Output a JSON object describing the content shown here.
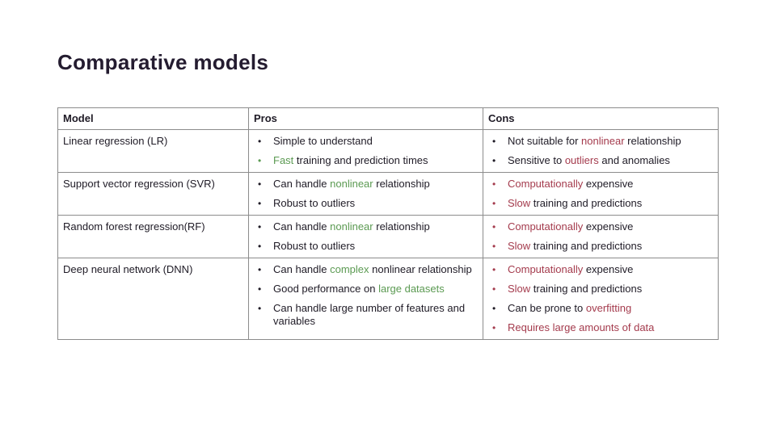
{
  "title": "Comparative models",
  "colors": {
    "ink": "#1f1b26",
    "title_ink": "#241c30",
    "green": "#5b9a52",
    "red": "#a43b4d",
    "border": "#8c8c8c",
    "background": "#ffffff"
  },
  "table": {
    "headers": [
      "Model",
      "Pros",
      "Cons"
    ],
    "bullet_glyph": "•",
    "rows": [
      {
        "model": "Linear regression (LR)",
        "pros": [
          {
            "m": "default",
            "parts": [
              {
                "t": "Simple to understand",
                "c": "default"
              }
            ]
          },
          {
            "m": "green",
            "parts": [
              {
                "t": "Fast",
                "c": "green"
              },
              {
                "t": " training and prediction times",
                "c": "default"
              }
            ]
          }
        ],
        "cons": [
          {
            "m": "default",
            "parts": [
              {
                "t": "Not suitable for ",
                "c": "default"
              },
              {
                "t": "nonlinear",
                "c": "red"
              },
              {
                "t": " relationship",
                "c": "default"
              }
            ]
          },
          {
            "m": "default",
            "parts": [
              {
                "t": "Sensitive to ",
                "c": "default"
              },
              {
                "t": "outliers",
                "c": "red"
              },
              {
                "t": " and anomalies",
                "c": "default"
              }
            ]
          }
        ]
      },
      {
        "model": "Support vector regression (SVR)",
        "pros": [
          {
            "m": "default",
            "parts": [
              {
                "t": "Can handle ",
                "c": "default"
              },
              {
                "t": "nonlinear",
                "c": "green"
              },
              {
                "t": " relationship",
                "c": "default"
              }
            ]
          },
          {
            "m": "default",
            "parts": [
              {
                "t": "Robust to outliers",
                "c": "default"
              }
            ]
          }
        ],
        "cons": [
          {
            "m": "red",
            "parts": [
              {
                "t": "Computationally",
                "c": "red"
              },
              {
                "t": " expensive",
                "c": "default"
              }
            ]
          },
          {
            "m": "red",
            "parts": [
              {
                "t": "Slow",
                "c": "red"
              },
              {
                "t": " training and predictions",
                "c": "default"
              }
            ]
          }
        ]
      },
      {
        "model": "Random forest regression(RF)",
        "pros": [
          {
            "m": "default",
            "parts": [
              {
                "t": "Can handle ",
                "c": "default"
              },
              {
                "t": "nonlinear",
                "c": "green"
              },
              {
                "t": " relationship",
                "c": "default"
              }
            ]
          },
          {
            "m": "default",
            "parts": [
              {
                "t": "Robust to outliers",
                "c": "default"
              }
            ]
          }
        ],
        "cons": [
          {
            "m": "red",
            "parts": [
              {
                "t": "Computationally",
                "c": "red"
              },
              {
                "t": " expensive",
                "c": "default"
              }
            ]
          },
          {
            "m": "red",
            "parts": [
              {
                "t": "Slow",
                "c": "red"
              },
              {
                "t": " training and predictions",
                "c": "default"
              }
            ]
          }
        ]
      },
      {
        "model": "Deep neural network (DNN)",
        "pros": [
          {
            "m": "default",
            "parts": [
              {
                "t": "Can handle ",
                "c": "default"
              },
              {
                "t": "complex",
                "c": "green"
              },
              {
                "t": " nonlinear relationship",
                "c": "default"
              }
            ]
          },
          {
            "m": "default",
            "parts": [
              {
                "t": "Good performance on ",
                "c": "default"
              },
              {
                "t": "large datasets",
                "c": "green"
              }
            ]
          },
          {
            "m": "default",
            "parts": [
              {
                "t": "Can handle large number of features and variables",
                "c": "default"
              }
            ]
          }
        ],
        "cons": [
          {
            "m": "red",
            "parts": [
              {
                "t": "Computationally",
                "c": "red"
              },
              {
                "t": " expensive",
                "c": "default"
              }
            ]
          },
          {
            "m": "red",
            "parts": [
              {
                "t": "Slow",
                "c": "red"
              },
              {
                "t": " training and predictions",
                "c": "default"
              }
            ]
          },
          {
            "m": "default",
            "parts": [
              {
                "t": "Can be prone to ",
                "c": "default"
              },
              {
                "t": "overfitting",
                "c": "red"
              }
            ]
          },
          {
            "m": "red",
            "parts": [
              {
                "t": "Requires large amounts of data",
                "c": "red"
              }
            ]
          }
        ]
      }
    ]
  }
}
